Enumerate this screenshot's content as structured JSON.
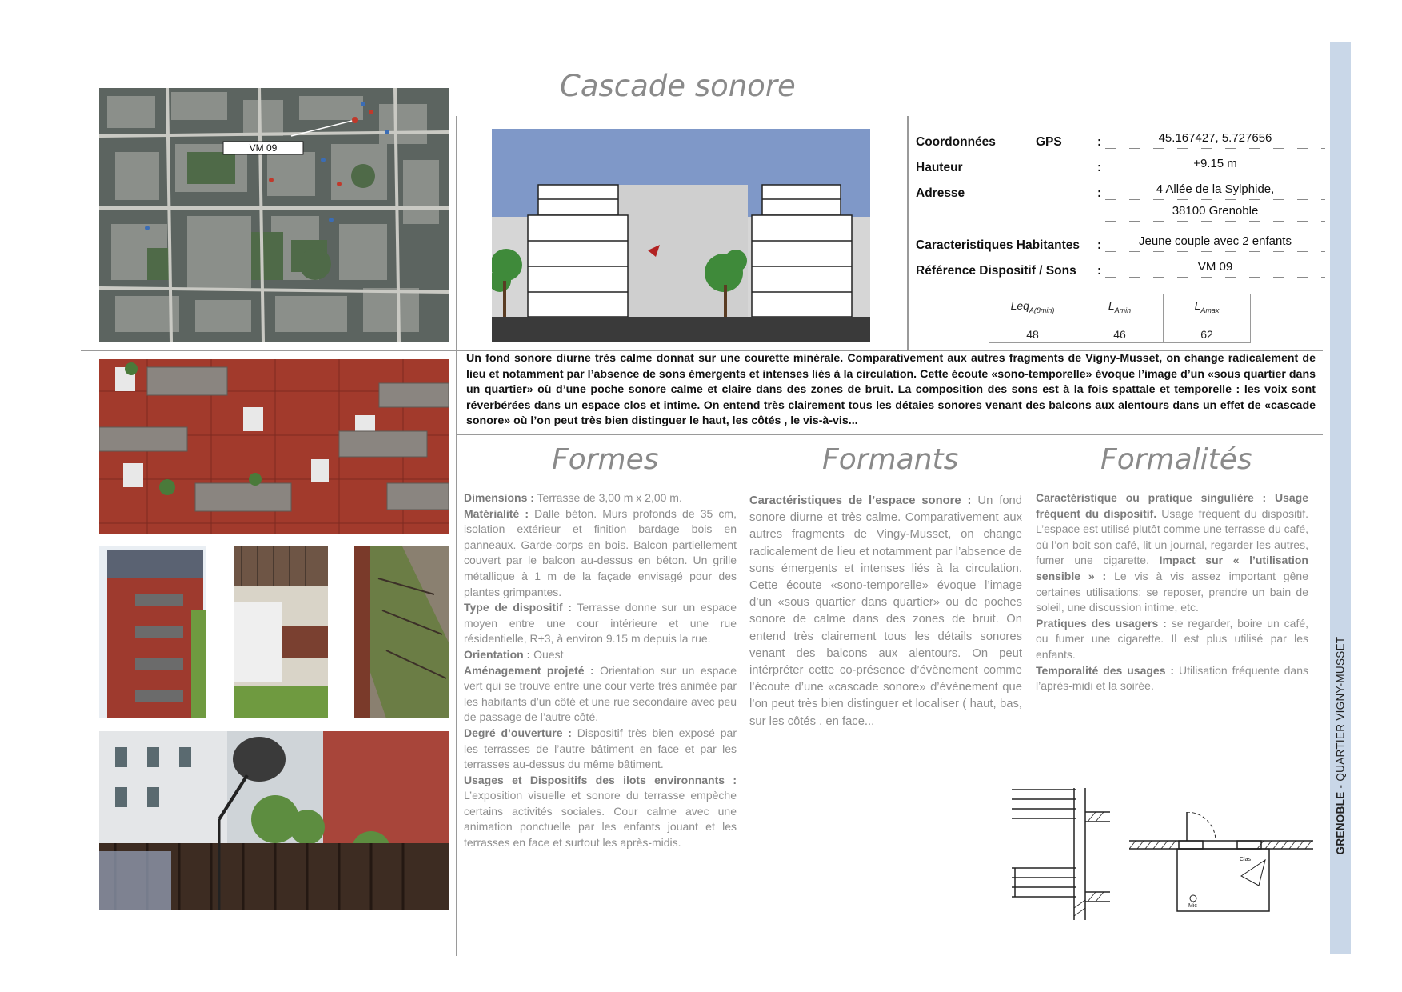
{
  "title": "Cascade sonore",
  "map": {
    "label": "VM 09"
  },
  "info": {
    "rows": [
      {
        "label": "Coordonnées",
        "label2": "GPS",
        "value": "45.167427, 5.727656"
      },
      {
        "label": "Hauteur",
        "value": "+9.15 m"
      },
      {
        "label": "Adresse",
        "value": "4 Allée de la Sylphide,",
        "value2": "38100 Grenoble"
      },
      {
        "label": "Caracteristiques  Habitantes",
        "value": "Jeune couple avec 2 enfants"
      },
      {
        "label": "Référence Dispositif / Sons",
        "value": "VM 09"
      }
    ],
    "colon": ":"
  },
  "levels": [
    {
      "name": "Leq",
      "sub": "A(8min)",
      "value": "48"
    },
    {
      "name": "L",
      "sub": "Amin",
      "value": "46"
    },
    {
      "name": "L",
      "sub": "Amax",
      "value": "62"
    }
  ],
  "summary": "Un fond sonore diurne très calme donnat sur une courette minérale. Comparativement aux autres fragments de Vigny-Musset, on change radicalement de lieu et notamment par l’absence de sons émergents et intenses liés à la circulation. Cette écoute «sono-temporelle» évoque l’image d’un «sous quartier dans un quartier» où d’une poche sonore calme et claire dans des zones de bruit. La composition des sons est à la fois spattale et temporelle : les voix sont réverbérées dans un espace clos et intime. On entend très clairement tous les détaies sonores venant des balcons aux alentours  dans un effet de «cascade sonore» où l’on peut très bien distinguer le haut, les côtés , le vis-à-vis...",
  "formes": {
    "title": "Formes",
    "items": [
      {
        "label": "Dimensions :",
        "text": " Terrasse de 3,00 m x 2,00 m."
      },
      {
        "label": "Matérialité :",
        "text": " Dalle béton. Murs profonds de 35 cm, isolation extérieur et finition bardage bois en panneaux. Garde-corps en bois. Balcon partiellement couvert par le balcon au-dessus en béton. Un grille métallique à 1 m de la façade envisagé pour des plantes grimpantes."
      },
      {
        "label": "Type de dispositif :",
        "text": " Terrasse donne sur un espace moyen entre une cour intérieure et une rue résidentielle, R+3, à environ 9.15 m depuis la rue."
      },
      {
        "label": "Orientation :",
        "text": " Ouest"
      },
      {
        "label": "Aménagement projeté :",
        "text": " Orientation sur un espace vert qui se trouve entre une cour verte très animée par les habitants d’un côté et une rue secondaire avec peu de passage de l’autre côté."
      },
      {
        "label": "Degré  d’ouverture :",
        "text": " Dispositif très bien exposé par les terrasses de l’autre bâtiment en face et par les terrasses au-dessus du même bâtiment."
      },
      {
        "label": "Usages et Dispositifs des ilots environnants :",
        "text": " L’exposition visuelle et sonore du terrasse empèche certains activités sociales. Cour calme avec une animation ponctuelle par les enfants jouant et les terrasses en face et surtout les après-midis."
      }
    ]
  },
  "formants": {
    "title": "Formants",
    "items": [
      {
        "label": "Caractéristiques de l’espace sonore :",
        "text": " Un fond sonore diurne et très calme. Comparativement aux autres fragments de Vingy-Musset, on change radicalement de lieu et notamment par l’absence de sons émergents et intenses liés à la circulation. Cette écoute «sono-temporelle» évoque l’image d’un  «sous quartier dans quartier» ou de poches sonore de calme dans des zones de bruit. On entend très clairement tous les détails sonores venant des balcons aux alentours. On peut intérpréter cette co-présence d’évènement comme l’écoute d’une  «cascade sonore» d’évènement que l’on peut très bien distinguer et localiser ( haut, bas, sur les côtés , en face..."
      }
    ]
  },
  "formalites": {
    "title": "Formalités",
    "items": [
      {
        "label": "Caractéristique    ou    pratique    singulière    : Usage fréquent du dispositif.",
        "text": "  Usage fréquent du dispositif.  L’espace est utilisé plutôt comme une terrasse du café, où l’on boit son café, lit un journal, regarder les autres, fumer une cigarette."
      },
      {
        "label": " Impact sur « l’utilisation sensible » :",
        "text": "  Le vis à vis assez important gêne certaines utilisations: se reposer, prendre un bain de soleil, une discussion intime, etc."
      },
      {
        "label": "Pratiques des usagers :",
        "text": " se regarder, boire un café, ou fumer une cigarette. Il est plus utilisé par les enfants."
      },
      {
        "label": "Temporalité des usages :",
        "text": " Utilisation fréquente dans l’après-midi et la soirée."
      }
    ]
  },
  "plan": {
    "label_1": "Clas",
    "label_2": "Mic"
  },
  "sidebar": {
    "city": "GRENOBLE",
    "rest": " - QUARTIER VIGNY-MUSSET"
  },
  "colors": {
    "sky": "#7f98c8",
    "facade": "#a23a2c",
    "band": "#c9d7e8"
  }
}
